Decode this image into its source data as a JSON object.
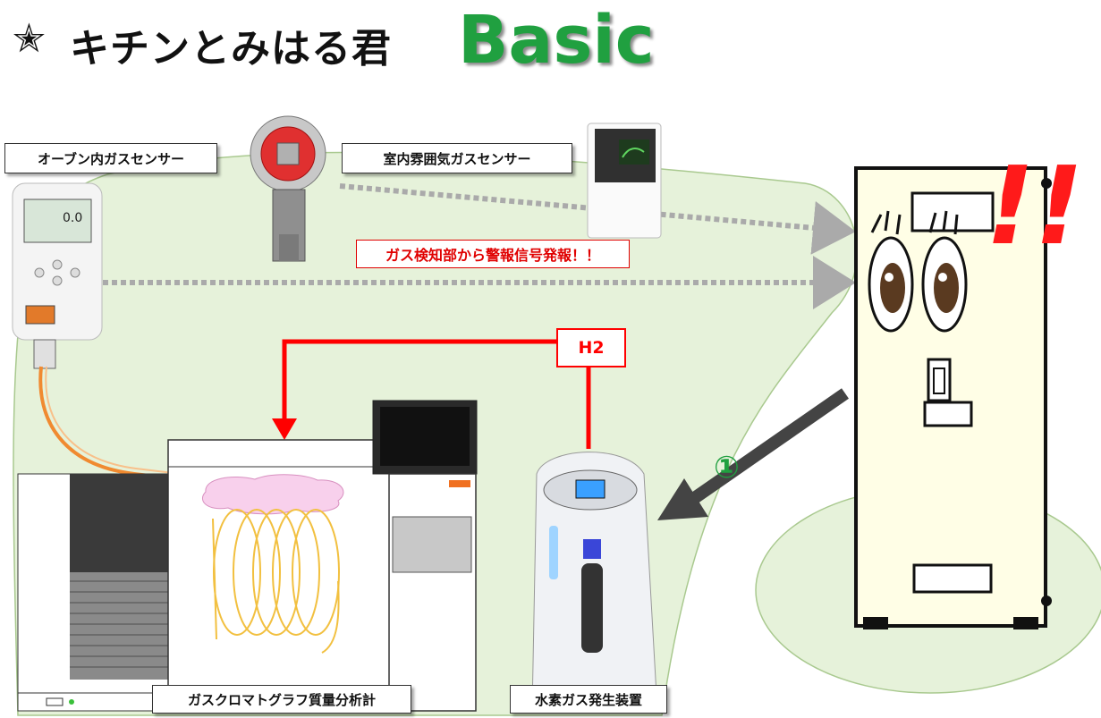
{
  "header": {
    "star": "✭",
    "title": "キチンとみはる君",
    "brand": "Basic"
  },
  "labels": {
    "oven_sensor": "オーブン内ガスセンサー",
    "room_sensor": "室内雰囲気ガスセンサー",
    "alarm": "ガス検知部から警報信号発報！！",
    "h2": "H2",
    "gcms": "ガスクロマトグラフ質量分析計",
    "hydrogen_generator": "水素ガス発生装置",
    "step": "①",
    "exclaim": "!!"
  },
  "colors": {
    "brand_green": "#20a040",
    "alarm_red": "#e00000",
    "h2_line": "#ff0000",
    "area_green": "#e6f2da",
    "tube_orange": "#f08a30",
    "coil_yellow": "#f2c040",
    "dotted_arrow": "#aaaaaa",
    "step_green": "#20a040"
  },
  "icons": [
    "star-icon",
    "gas-detector-icon",
    "gas-sensor-head-icon",
    "gas-monitor-icon",
    "cabinet-character-icon",
    "gc-ms-icon",
    "hydrogen-generator-icon"
  ]
}
